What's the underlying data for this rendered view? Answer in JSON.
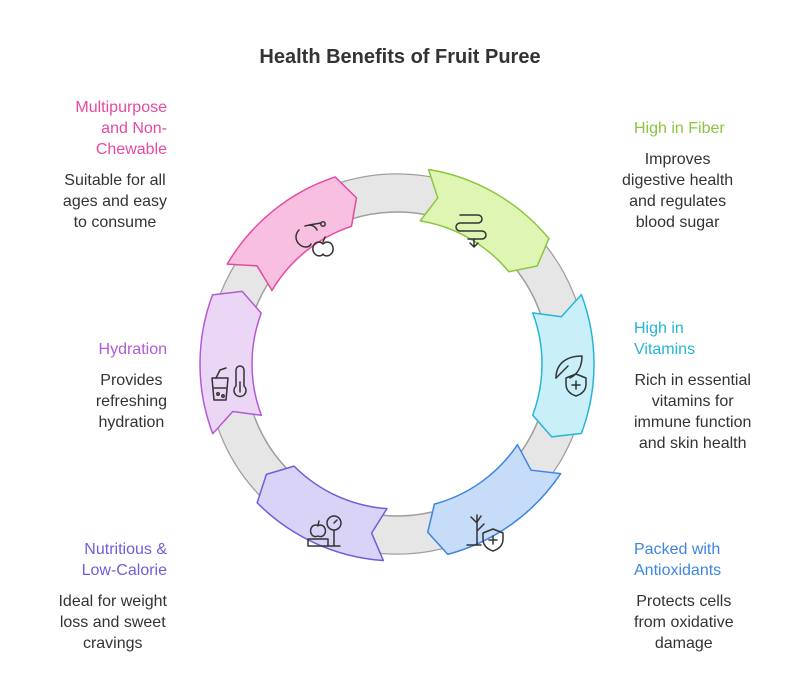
{
  "title": "Health Benefits of Fruit Puree",
  "segments": [
    {
      "id": "multipurpose",
      "title": "Multipurpose and Non-Chewable",
      "title_lines": [
        "Multipurpose",
        "and Non-",
        "Chewable"
      ],
      "desc_lines": [
        "Suitable for all",
        "ages and easy",
        "to consume"
      ],
      "color": "#e64aa0",
      "fill": "#f8bfe0",
      "icon": "fruit-icon"
    },
    {
      "id": "fiber",
      "title": "High in Fiber",
      "title_lines": [
        "High in Fiber"
      ],
      "desc_lines": [
        "Improves",
        "digestive health",
        "and regulates",
        "blood sugar"
      ],
      "color": "#8cc63f",
      "fill": "#def5b4",
      "icon": "intestine-icon"
    },
    {
      "id": "vitamins",
      "title": "High in Vitamins",
      "title_lines": [
        "High in",
        "Vitamins"
      ],
      "desc_lines": [
        "Rich in essential",
        "vitamins for",
        "immune function",
        "and skin health"
      ],
      "color": "#26b5d9",
      "fill": "#c9eff8",
      "icon": "leaf-shield-icon"
    },
    {
      "id": "antioxidants",
      "title": "Packed with Antioxidants",
      "title_lines": [
        "Packed with",
        "Antioxidants"
      ],
      "desc_lines": [
        "Protects cells",
        "from oxidative",
        "damage"
      ],
      "color": "#3d86e0",
      "fill": "#c6dcf8",
      "icon": "tree-shield-icon"
    },
    {
      "id": "nutritious",
      "title": "Nutritious & Low-Calorie",
      "title_lines": [
        "Nutritious &",
        "Low-Calorie"
      ],
      "desc_lines": [
        "Ideal for weight",
        "loss and sweet",
        "cravings"
      ],
      "color": "#6d5fd8",
      "fill": "#d9d4f7",
      "icon": "scale-icon"
    },
    {
      "id": "hydration",
      "title": "Hydration",
      "title_lines": [
        "Hydration"
      ],
      "desc_lines": [
        "Provides",
        "refreshing",
        "hydration"
      ],
      "color": "#b25ad4",
      "fill": "#ecd6f6",
      "icon": "drink-thermometer-icon"
    }
  ]
}
